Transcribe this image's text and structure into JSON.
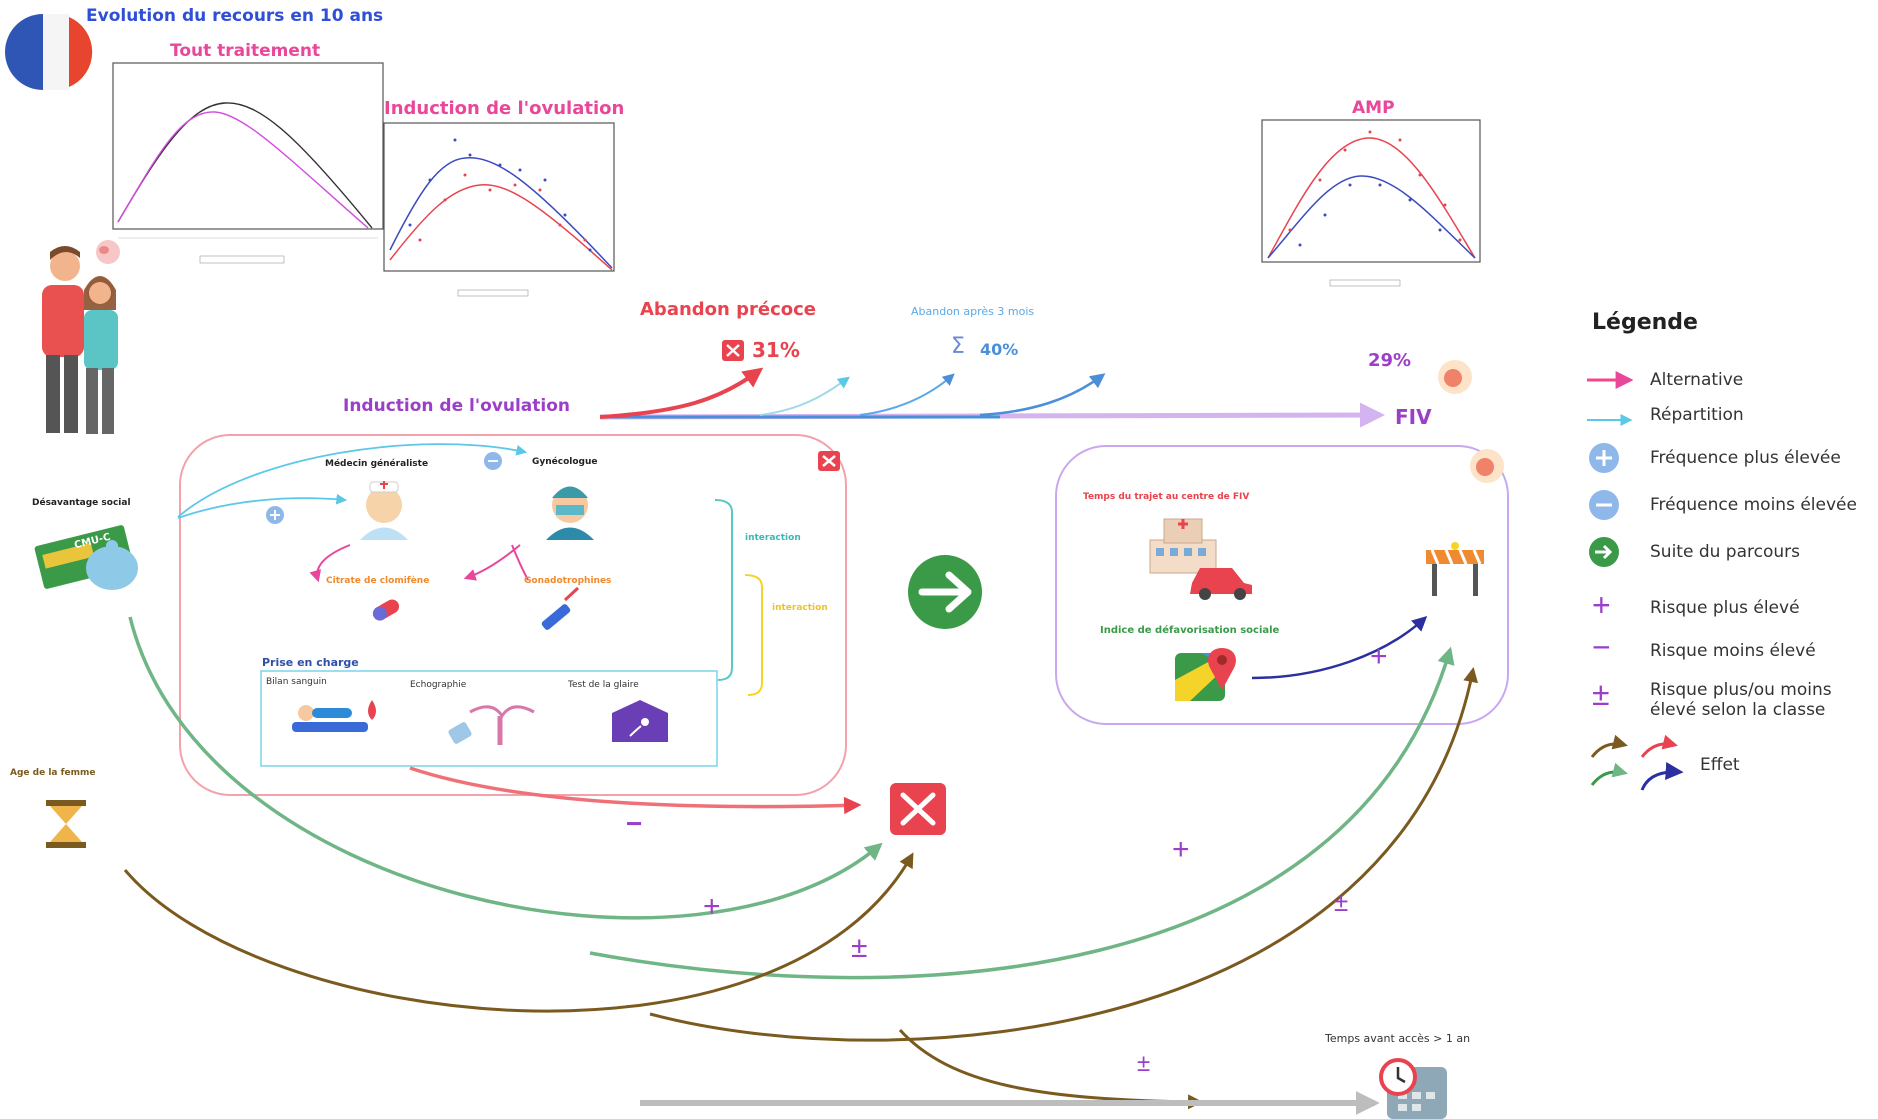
{
  "header": {
    "title": "Evolution du recours en 10 ans",
    "chart1_title": "Tout traitement",
    "chart2_title": "Induction de l'ovulation",
    "chart3_title": "AMP"
  },
  "flow": {
    "main_label": "Induction de l'ovulation",
    "early_abandon_label": "Abandon précoce",
    "early_abandon_pct": "31%",
    "abandon_3m_label": "Abandon après 3 mois",
    "abandon_3m_pct": "40%",
    "fiv_pct": "29%",
    "fiv_label": "FIV"
  },
  "left_factors": {
    "social": "Désavantage social",
    "age": "Age de la femme",
    "card_text": "CMU-C"
  },
  "box1": {
    "gp": "Médecin généraliste",
    "gyn": "Gynécologue",
    "clomid": "Citrate de clomifène",
    "gonado": "Gonadotrophines",
    "interaction1": "interaction",
    "interaction2": "interaction",
    "prise_title": "Prise en charge",
    "bilan": "Bilan sanguin",
    "echo": "Echographie",
    "glaire": "Test de la glaire"
  },
  "box2": {
    "travel": "Temps du trajet au centre de FIV",
    "depriv": "Indice de défavorisation sociale"
  },
  "bottom": {
    "time_label": "Temps avant accès > 1 an"
  },
  "signs": {
    "plus": "+",
    "minus": "−",
    "plusminus": "±"
  },
  "legend": {
    "title": "Légende",
    "items": [
      {
        "label": "Alternative",
        "color": "#f0478f"
      },
      {
        "label": "Répartition",
        "color": "#5bc8e8"
      },
      {
        "label": "Fréquence plus élevée",
        "color": "#7fb2ea"
      },
      {
        "label": "Fréquence moins élevée",
        "color": "#7fb2ea"
      },
      {
        "label": "Suite du parcours",
        "color": "#3a9a48"
      },
      {
        "label": "Risque plus élevé",
        "color": "#9b3fc8"
      },
      {
        "label": "Risque moins élevé",
        "color": "#9b3fc8"
      },
      {
        "label": "Risque plus/ou moins élevé selon la classe",
        "color": "#9b3fc8"
      },
      {
        "label": "Effet",
        "color": "#333333"
      }
    ]
  },
  "colors": {
    "title_blue": "#2f4fd6",
    "pink": "#e8479a",
    "red": "#e8434e",
    "purple": "#9b3fc8",
    "green": "#6fb585",
    "brown": "#7a5a1e",
    "light_blue": "#5bc8e8",
    "dark_blue": "#2b2fa0"
  }
}
